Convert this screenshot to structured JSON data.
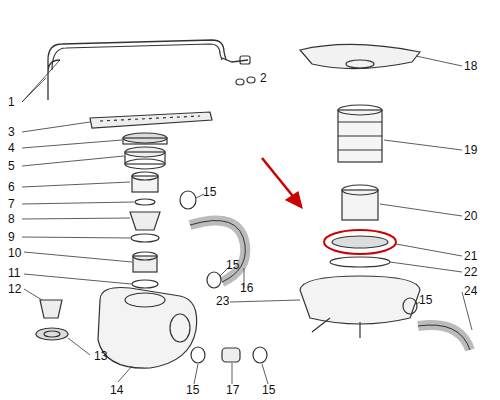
{
  "diagram": {
    "labels": [
      "1",
      "2",
      "3",
      "4",
      "5",
      "6",
      "7",
      "8",
      "9",
      "10",
      "11",
      "12",
      "13",
      "14",
      "15",
      "15",
      "15",
      "15",
      "15",
      "16",
      "17",
      "18",
      "19",
      "20",
      "21",
      "22",
      "23",
      "24"
    ]
  }
}
